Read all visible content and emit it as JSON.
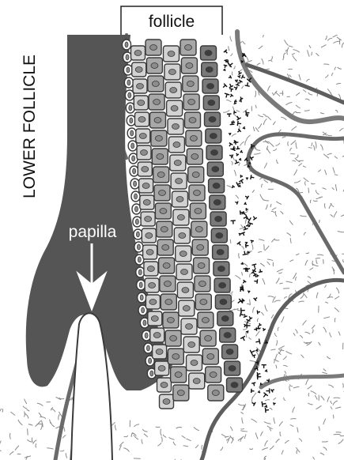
{
  "labels": {
    "follicle": "follicle",
    "lower_follicle": "LOWER FOLLICLE",
    "papilla": "papilla"
  },
  "colors": {
    "hair_shaft": "#555555",
    "cell_light": "#d2d2d2",
    "cell_mid": "#a8a8a8",
    "cell_dark": "#7a7a7a",
    "cell_border": "#3a3a3a",
    "nucleus": "#8c8c8c",
    "nucleus_dark": "#3e3e3e",
    "vessel": "#6e6e6e",
    "vessel_light": "#8a8a8a",
    "dermis_fiber": "#8a8a8a",
    "melanocyte": "#111111",
    "background": "#ffffff"
  },
  "icons": {
    "arrow": "down-arrow-icon"
  }
}
